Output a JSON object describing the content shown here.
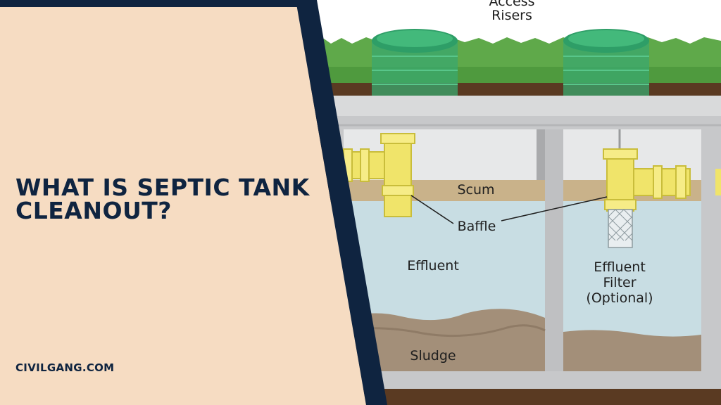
{
  "headline": {
    "line1": "WHAT IS SEPTIC TANK",
    "line2": "CLEANOUT?"
  },
  "site_name": "CIVILGANG.COM",
  "diagram": {
    "labels": {
      "access_risers_1": "Access",
      "access_risers_2": "Risers",
      "scum": "Scum",
      "baffle": "Baffle",
      "effluent": "Effluent",
      "effluent_filter_1": "Effluent",
      "effluent_filter_2": "Filter",
      "effluent_filter_3": "(Optional)",
      "sludge": "Sludge"
    }
  },
  "colors": {
    "panel_bg": "#f6dcc2",
    "navy": "#0f2440",
    "soil": "#5a3a22",
    "grass": "#5fa94a",
    "riser_green": "#2e9e67",
    "concrete": "#d9dadb",
    "water": "#c8dde3",
    "scum": "#c9b28a",
    "sludge": "#a38f79",
    "pipe_yellow": "#f0e46a"
  }
}
